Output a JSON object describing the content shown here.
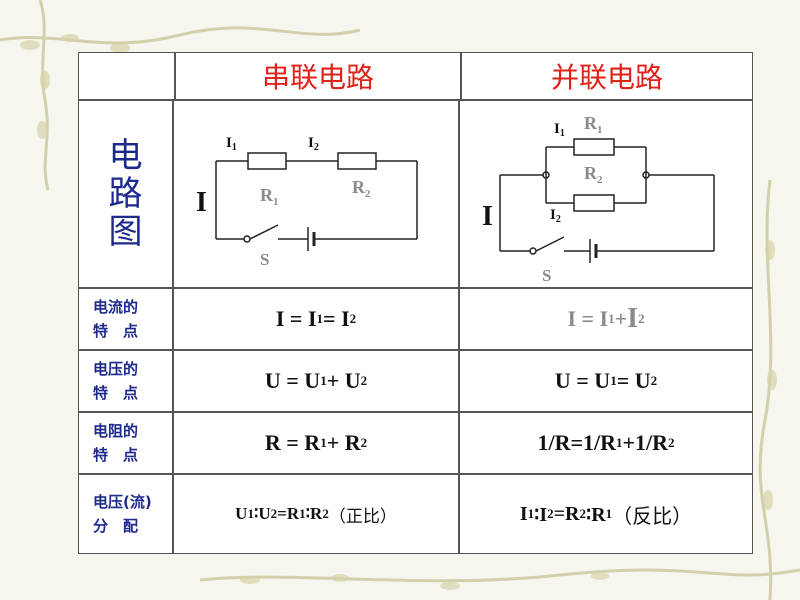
{
  "headers": {
    "series": "串联电路",
    "parallel": "并联电路"
  },
  "row_circuit": {
    "label": [
      "电",
      "路",
      "图"
    ],
    "series": {
      "I": "I",
      "I1": "I",
      "I1_sub": "1",
      "I2": "I",
      "I2_sub": "2",
      "R1": "R",
      "R1_sub": "1",
      "R2": "R",
      "R2_sub": "2",
      "S": "S"
    },
    "parallel": {
      "I": "I",
      "I1": "I",
      "I1_sub": "1",
      "I2": "I",
      "I2_sub": "2",
      "R1": "R",
      "R1_sub": "1",
      "R2": "R",
      "R2_sub": "2",
      "S": "S"
    }
  },
  "row_current": {
    "label_1": "电流的",
    "label_2": "特　点",
    "series": {
      "a": "I = I",
      "b": "1",
      "c": "= I",
      "d": "2"
    },
    "parallel": {
      "a": "I = I",
      "b": "1",
      "c": " + ",
      "d": "I",
      "e": "2"
    }
  },
  "row_voltage": {
    "label_1": "电压的",
    "label_2": "特　点",
    "series": {
      "a": "U = U",
      "b": "1",
      "c": " + U",
      "d": "2"
    },
    "parallel": {
      "a": "U = U",
      "b": "1",
      "c": " = U",
      "d": "2"
    }
  },
  "row_resistance": {
    "label_1": "电阻的",
    "label_2": "特　点",
    "series": {
      "a": "R = R",
      "b": "1",
      "c": "+ R",
      "d": "2"
    },
    "parallel": {
      "a": "1/R=1/R",
      "b": "1",
      "c": "+1/R",
      "d": "2"
    }
  },
  "row_distribution": {
    "label_1": "电压(流)",
    "label_2": "分　配",
    "series": {
      "a": "U",
      "b": "1",
      "c": "∶U",
      "d": "2",
      "e": "=R",
      "f": "1",
      "g": "∶R",
      "h": "2",
      "note": "（正比）"
    },
    "parallel": {
      "a": "I",
      "b": "1",
      "c": "∶I",
      "d": "2",
      "e": "=R",
      "f": "2",
      "g": "∶R",
      "h": "1",
      "note": "（反比）"
    }
  }
}
